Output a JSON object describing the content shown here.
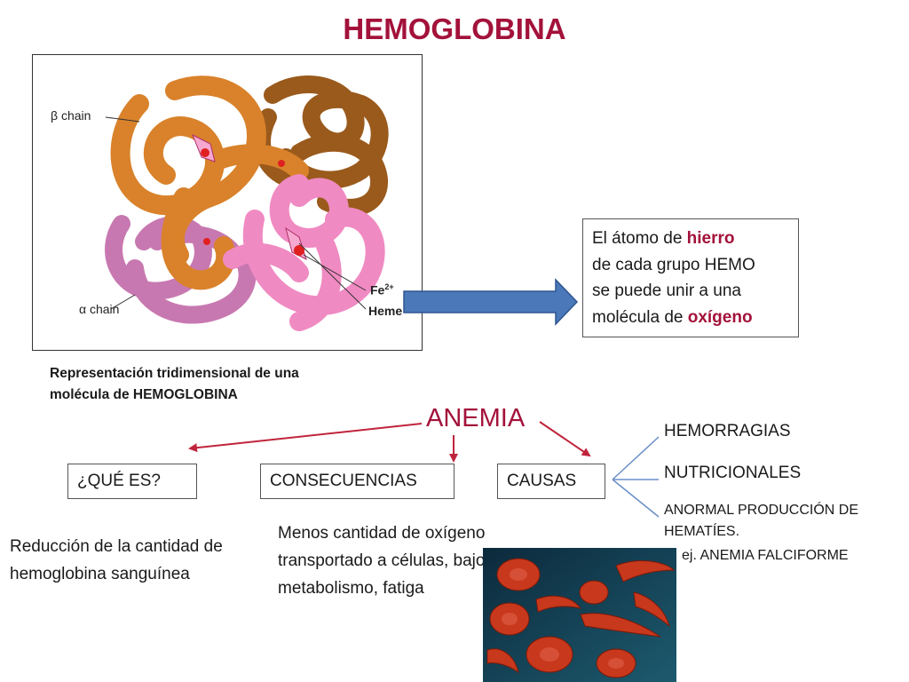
{
  "title": "HEMOGLOBINA",
  "molecule": {
    "label_beta": "β chain",
    "label_alpha": "α chain",
    "label_fe": "Fe",
    "label_fe_sup": "2+",
    "label_heme": "Heme",
    "colors": {
      "beta1": "#d9822b",
      "beta2": "#9a5a1c",
      "alpha1": "#f08ac2",
      "alpha2": "#c878b0"
    }
  },
  "caption": {
    "line1": "Representación tridimensional de una",
    "line2": "molécula de HEMOGLOBINA"
  },
  "iron_box": {
    "t1": "El átomo de ",
    "w1": "hierro",
    "t2": "de cada grupo HEMO",
    "t3": "se puede unir a una",
    "t4": "molécula de ",
    "w2": "oxígeno"
  },
  "anemia": {
    "title": "ANEMIA",
    "box_que": "¿QUÉ ES?",
    "box_cons": "CONSECUENCIAS",
    "box_causas": "CAUSAS",
    "desc_que": "Reducción de la cantidad de hemoglobina sanguínea",
    "desc_cons": "Menos cantidad de oxígeno transportado a células, bajo metabolismo, fatiga",
    "causes": {
      "hemorragias": "HEMORRAGIAS",
      "nutricionales": "NUTRICIONALES",
      "anormal": "ANORMAL PRODUCCIÓN DE HEMATÍES.",
      "ejemplo": "ej. ANEMIA FALCIFORME"
    }
  },
  "colors": {
    "accent": "#a3123a",
    "arrow_blue": "#4a78b8",
    "branch_blue": "#6a8fc8"
  }
}
